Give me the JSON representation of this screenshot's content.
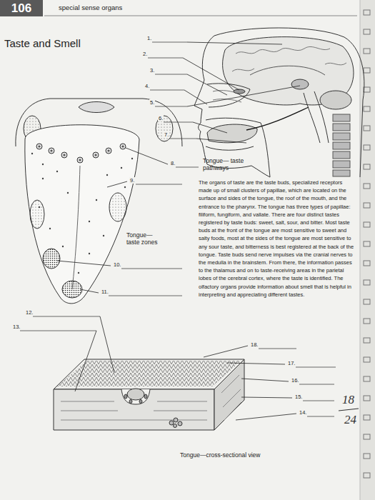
{
  "diagram": {
    "title": "Taste and Smell",
    "nodes": [
      {
        "text": [
          "106"
        ]
      }
    ],
    "labels": [
      "special sense organs",
      "1.",
      "2.",
      "3.",
      "4.",
      "5.",
      "6.",
      "7.",
      "8.",
      "9.",
      "10.",
      "11.",
      "12.",
      "13.",
      "14.",
      "15.",
      "16.",
      "17.",
      "18.",
      "Tongue— taste pathways",
      "Tongue— taste zones",
      "The organs of taste are the taste buds, specialized receptors made up of small clusters of papillae, which are located on the surface and sides of the tongue, the roof of the mouth, and the entrance to the pharynx. The tongue has three types of papillae: filiform, fungiform, and vallate. There are four distinct tastes registered by taste buds: sweet, salt, sour, and bitter. Most taste buds at the front of the tongue are most sensitive to sweet and salty foods, most at the sides of the tongue are most sensitive to any sour taste, and bitterness is best registered at the back of the tongue. Taste buds send nerve impulses via the cranial nerves to the medulla in the brainstem. From there, the information passes to the thalamus and on to taste-receiving areas in the parietal lobes of the cerebral cortex, where the taste is identified. The olfactory organs provide information about smell that is helpful in interpreting and appreciating different tastes.",
      "Tongue—cross-sectional view",
      "18",
      "24"
    ]
  }
}
